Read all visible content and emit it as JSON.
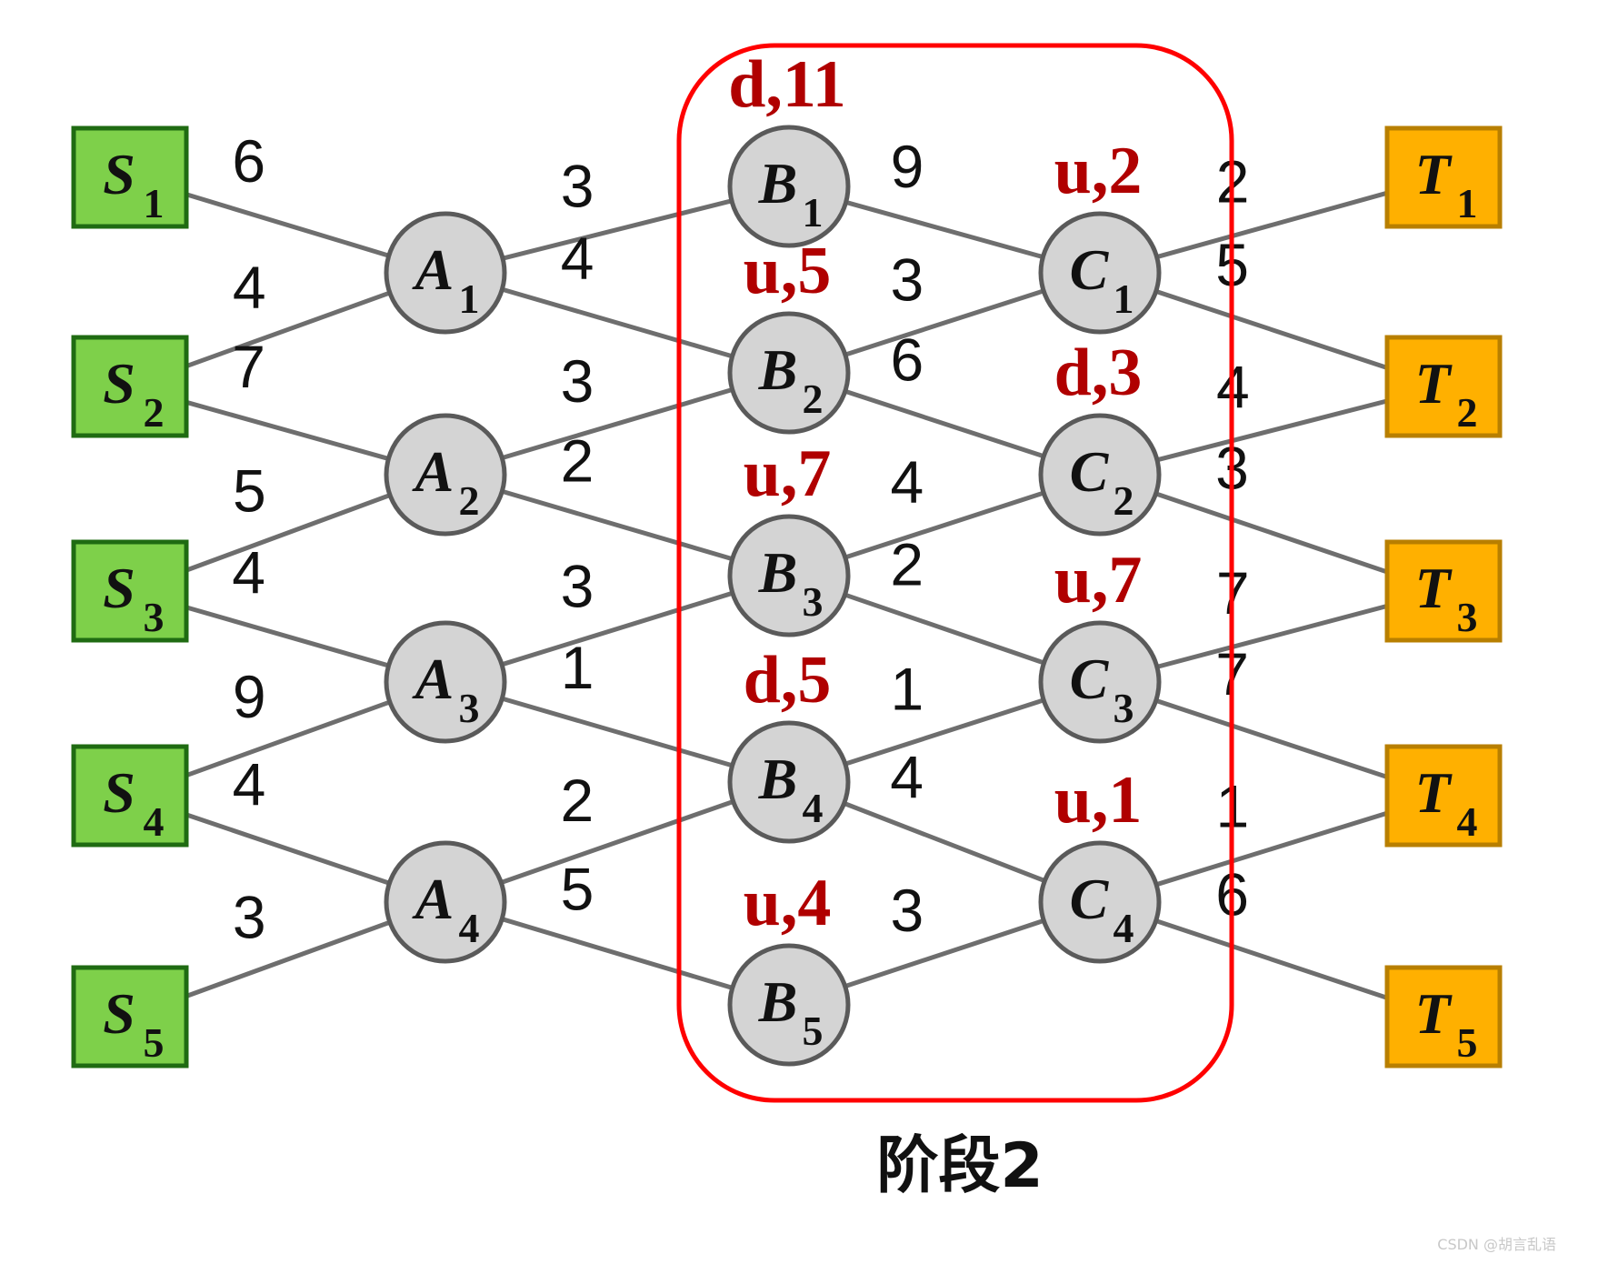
{
  "source_nodes": [
    {
      "id": "S1",
      "letter": "S",
      "sub": "1"
    },
    {
      "id": "S2",
      "letter": "S",
      "sub": "2"
    },
    {
      "id": "S3",
      "letter": "S",
      "sub": "3"
    },
    {
      "id": "S4",
      "letter": "S",
      "sub": "4"
    },
    {
      "id": "S5",
      "letter": "S",
      "sub": "5"
    }
  ],
  "a_nodes": [
    {
      "id": "A1",
      "letter": "A",
      "sub": "1"
    },
    {
      "id": "A2",
      "letter": "A",
      "sub": "2"
    },
    {
      "id": "A3",
      "letter": "A",
      "sub": "3"
    },
    {
      "id": "A4",
      "letter": "A",
      "sub": "4"
    }
  ],
  "b_nodes": [
    {
      "id": "B1",
      "letter": "B",
      "sub": "1",
      "decision": "d,11"
    },
    {
      "id": "B2",
      "letter": "B",
      "sub": "2",
      "decision": "u,5"
    },
    {
      "id": "B3",
      "letter": "B",
      "sub": "3",
      "decision": "u,7"
    },
    {
      "id": "B4",
      "letter": "B",
      "sub": "4",
      "decision": "d,5"
    },
    {
      "id": "B5",
      "letter": "B",
      "sub": "5",
      "decision": "u,4"
    }
  ],
  "c_nodes": [
    {
      "id": "C1",
      "letter": "C",
      "sub": "1",
      "decision": "u,2"
    },
    {
      "id": "C2",
      "letter": "C",
      "sub": "2",
      "decision": "d,3"
    },
    {
      "id": "C3",
      "letter": "C",
      "sub": "3",
      "decision": "u,7"
    },
    {
      "id": "C4",
      "letter": "C",
      "sub": "4",
      "decision": "u,1"
    }
  ],
  "target_nodes": [
    {
      "id": "T1",
      "letter": "T",
      "sub": "1"
    },
    {
      "id": "T2",
      "letter": "T",
      "sub": "2"
    },
    {
      "id": "T3",
      "letter": "T",
      "sub": "3"
    },
    {
      "id": "T4",
      "letter": "T",
      "sub": "4"
    },
    {
      "id": "T5",
      "letter": "T",
      "sub": "5"
    }
  ],
  "edges": [
    {
      "from": "S1",
      "to": "A1",
      "weight": "6"
    },
    {
      "from": "S2",
      "to": "A1",
      "weight": "4"
    },
    {
      "from": "S2",
      "to": "A2",
      "weight": "7"
    },
    {
      "from": "S3",
      "to": "A2",
      "weight": "5"
    },
    {
      "from": "S3",
      "to": "A3",
      "weight": "4"
    },
    {
      "from": "S4",
      "to": "A3",
      "weight": "9"
    },
    {
      "from": "S4",
      "to": "A4",
      "weight": "4"
    },
    {
      "from": "S5",
      "to": "A4",
      "weight": "3"
    },
    {
      "from": "A1",
      "to": "B1",
      "weight": "3"
    },
    {
      "from": "A1",
      "to": "B2",
      "weight": "4"
    },
    {
      "from": "A2",
      "to": "B2",
      "weight": "3"
    },
    {
      "from": "A2",
      "to": "B3",
      "weight": "2"
    },
    {
      "from": "A3",
      "to": "B3",
      "weight": "3"
    },
    {
      "from": "A3",
      "to": "B4",
      "weight": "1"
    },
    {
      "from": "A4",
      "to": "B4",
      "weight": "2"
    },
    {
      "from": "A4",
      "to": "B5",
      "weight": "5"
    },
    {
      "from": "B1",
      "to": "C1",
      "weight": "9"
    },
    {
      "from": "B2",
      "to": "C1",
      "weight": "3"
    },
    {
      "from": "B2",
      "to": "C2",
      "weight": "6"
    },
    {
      "from": "B3",
      "to": "C2",
      "weight": "4"
    },
    {
      "from": "B3",
      "to": "C3",
      "weight": "2"
    },
    {
      "from": "B4",
      "to": "C3",
      "weight": "1"
    },
    {
      "from": "B4",
      "to": "C4",
      "weight": "4"
    },
    {
      "from": "B5",
      "to": "C4",
      "weight": "3"
    },
    {
      "from": "C1",
      "to": "T1",
      "weight": "2"
    },
    {
      "from": "C1",
      "to": "T2",
      "weight": "5"
    },
    {
      "from": "C2",
      "to": "T2",
      "weight": "4"
    },
    {
      "from": "C2",
      "to": "T3",
      "weight": "3"
    },
    {
      "from": "C3",
      "to": "T3",
      "weight": "7"
    },
    {
      "from": "C3",
      "to": "T4",
      "weight": "7"
    },
    {
      "from": "C4",
      "to": "T4",
      "weight": "1"
    },
    {
      "from": "C4",
      "to": "T5",
      "weight": "6"
    }
  ],
  "stage_label": "阶段2",
  "watermark": "CSDN @胡言乱语",
  "colors": {
    "source_fill": "#7ed04a",
    "source_stroke": "#1f6b12",
    "target_fill": "#ffb000",
    "target_stroke": "#b87f00",
    "node_fill": "#d4d4d4",
    "node_stroke": "#5a5a5a",
    "highlight": "#ff0000",
    "decision_text": "#b00000"
  }
}
